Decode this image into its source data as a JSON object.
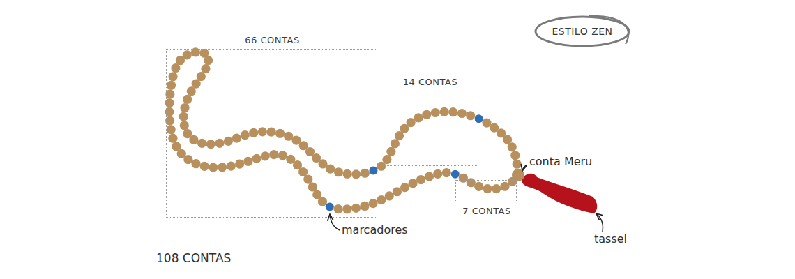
{
  "diagram": {
    "nodes": [
      {
        "text": [
          "66 CONTAS"
        ]
      },
      {
        "text": [
          "ESTILO ZEN"
        ]
      },
      {
        "text": [
          "14 CONTAS"
        ]
      },
      {
        "text": [
          "7 CONTAS"
        ]
      }
    ],
    "labels": [
      "conta Meru",
      "marcadores",
      "tassel",
      "108 CONTAS"
    ]
  }
}
